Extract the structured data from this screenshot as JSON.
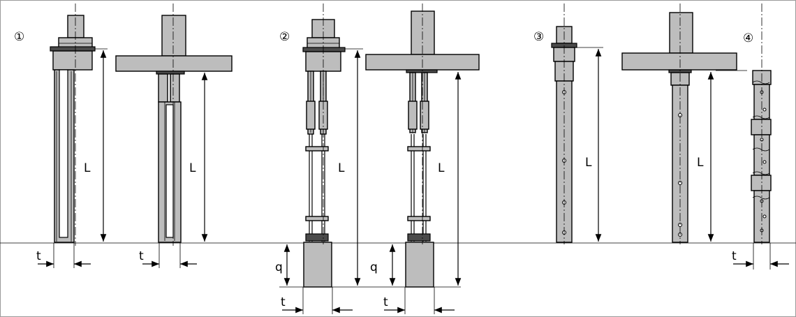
{
  "figure": {
    "variant_markers": [
      "①",
      "②",
      "③",
      "④"
    ],
    "dimension_labels": {
      "length": "L",
      "thickness": "t",
      "weight_height": "q"
    }
  },
  "colors": {
    "body_fill": "#bdbdbd",
    "dark_fill": "#4a4a4a",
    "line": "#000000",
    "frame": "#9a9a9a"
  }
}
